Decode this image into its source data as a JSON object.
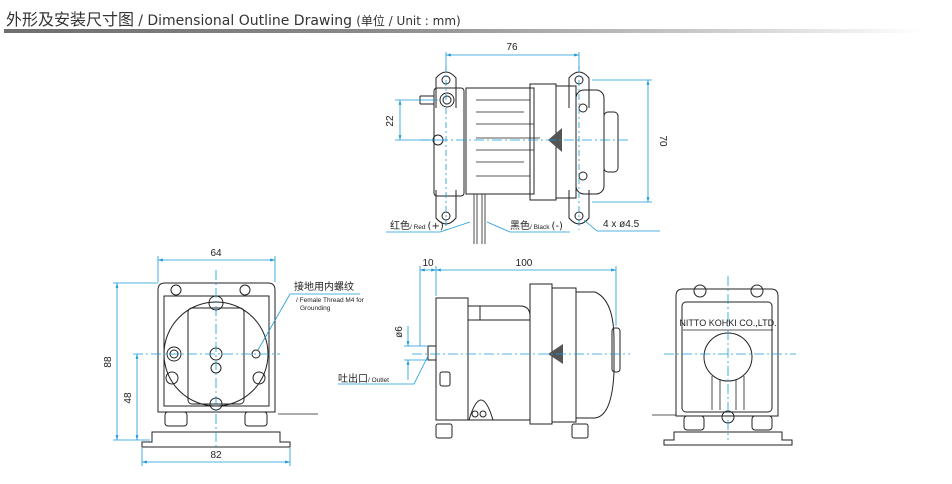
{
  "header": {
    "title_cn": "外形及安装尺寸图",
    "title_en": "/ Dimensional Outline Drawing",
    "unit_label": "(单位 / Unit : mm)"
  },
  "colors": {
    "dimension_line": "#1a9ad6",
    "outline": "#222222",
    "title_text": "#333333"
  },
  "top_view": {
    "dim_width": "76",
    "dim_height": "70",
    "dim_offset": "22",
    "hole_spec": "4 x ø4.5",
    "wire_red_cn": "红色",
    "wire_red_en": "/ Red",
    "wire_red_sign": "(+)",
    "wire_black_cn": "黑色",
    "wire_black_en": "/ Black",
    "wire_black_sign": "(-)"
  },
  "front_view": {
    "dim_width": "64",
    "dim_base_width": "82",
    "dim_height": "88",
    "dim_center_height": "48",
    "ground_label_cn": "接地用内螺纹",
    "ground_label_en_1": "/ Female Thread M4 for",
    "ground_label_en_2": "Grounding"
  },
  "side_view": {
    "dim_nozzle": "10",
    "dim_length": "100",
    "dim_outlet_dia": "ø6",
    "outlet_label_cn": "吐出口",
    "outlet_label_en": "/ Outlet"
  },
  "rear_view": {
    "brand_text": "NITTO KOHKI CO.,LTD."
  }
}
